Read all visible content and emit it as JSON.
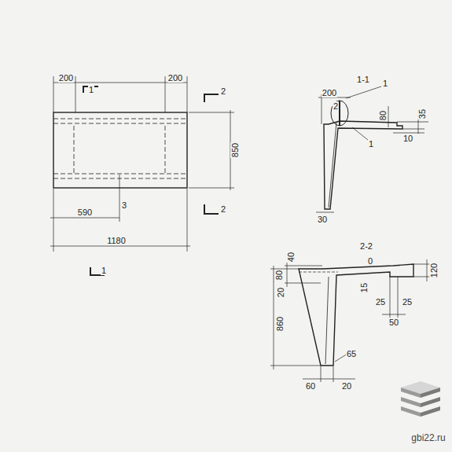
{
  "diagram": {
    "labels": [
      "200",
      "1",
      "200",
      "2",
      "850",
      "2",
      "3",
      "590",
      "1180",
      "1",
      "1-1",
      "200",
      "1",
      "2",
      "80",
      "35",
      "1",
      "10",
      "30",
      "2-2",
      "40",
      "80",
      "20",
      "0",
      "120",
      "15",
      "25",
      "25",
      "50",
      "860",
      "65",
      "60",
      "20",
      "gbi22.ru"
    ]
  }
}
